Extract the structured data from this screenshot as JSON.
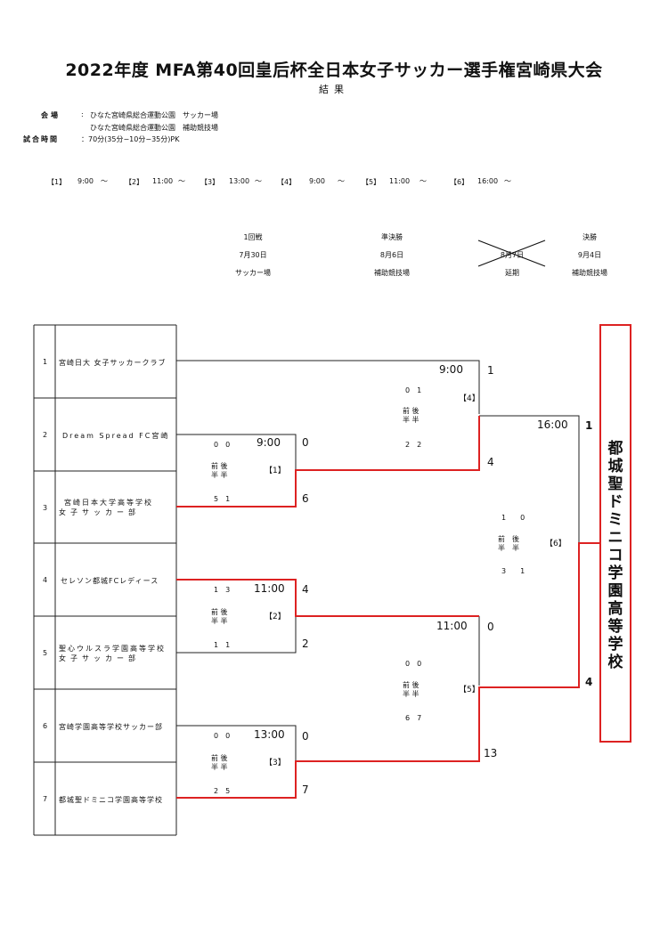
{
  "header": {
    "title": "2022年度 MFA第40回皇后杯全日本女子サッカー選手権宮崎県大会",
    "subtitle": "結果"
  },
  "info": {
    "venue_label": "会場",
    "venue_colon": ":",
    "venue_1": "ひなた宮崎県総合運動公園　サッカー場",
    "venue_2": "ひなた宮崎県総合運動公園　補助競技場",
    "time_label": "試合時間",
    "time_value": "：70分(35分−10分−35分)PK"
  },
  "schedule": [
    {
      "num": "【1】",
      "time": "9:00",
      "tilde": "～"
    },
    {
      "num": "【2】",
      "time": "11:00",
      "tilde": "～"
    },
    {
      "num": "【3】",
      "time": "13:00",
      "tilde": "～"
    },
    {
      "num": "【4】",
      "time": "9:00",
      "tilde": "～"
    },
    {
      "num": "【5】",
      "time": "11:00",
      "tilde": "～"
    },
    {
      "num": "【6】",
      "time": "16:00",
      "tilde": "～"
    }
  ],
  "rounds": [
    {
      "name": "1回戦",
      "date": "7月30日",
      "venue": "サッカー場"
    },
    {
      "name": "準決勝",
      "date": "8月6日",
      "venue": "補助競技場"
    },
    {
      "name": "",
      "date": "8月7日",
      "venue": "延期"
    },
    {
      "name": "決勝",
      "date": "9月4日",
      "venue": "補助競技場"
    }
  ],
  "teams": [
    {
      "seed": "1",
      "name": "宮崎日大 女子サッカークラブ",
      "name2": ""
    },
    {
      "seed": "2",
      "name": "Dream Spread FC宮崎",
      "name2": ""
    },
    {
      "seed": "3",
      "name": "宮崎日本大学高等学校",
      "name2": "女子サッカー部"
    },
    {
      "seed": "4",
      "name": "セレソン都城FCレディース",
      "name2": ""
    },
    {
      "seed": "5",
      "name": "聖心ウルスラ学園高等学校",
      "name2": "女子サッカー部"
    },
    {
      "seed": "6",
      "name": "宮崎学園高等学校サッカー部",
      "name2": ""
    },
    {
      "seed": "7",
      "name": "都城聖ドミニコ学園高等学校",
      "name2": ""
    }
  ],
  "matches": {
    "m1": {
      "label": "【1】",
      "time": "9:00",
      "top_score": "0",
      "bottom_score": "6",
      "half1": "0　0",
      "half2": "5　1",
      "half_lbl_a": "前 後",
      "half_lbl_b": "半 半"
    },
    "m2": {
      "label": "【2】",
      "time": "11:00",
      "top_score": "4",
      "bottom_score": "2",
      "half1": "1　3",
      "half2": "1　1",
      "half_lbl_a": "前 後",
      "half_lbl_b": "半 半"
    },
    "m3": {
      "label": "【3】",
      "time": "13:00",
      "top_score": "0",
      "bottom_score": "7",
      "half1": "0　0",
      "half2": "2　5",
      "half_lbl_a": "前 後",
      "half_lbl_b": "半 半"
    },
    "m4": {
      "label": "【4】",
      "time": "9:00",
      "top_score": "1",
      "bottom_score": "4",
      "half1": "0　1",
      "half2": "2　2",
      "half_lbl_a": "前 後",
      "half_lbl_b": "半 半"
    },
    "m5": {
      "label": "【5】",
      "time": "11:00",
      "top_score": "0",
      "bottom_score": "13",
      "half1": "0　0",
      "half2": "6　7",
      "half_lbl_a": "前 後",
      "half_lbl_b": "半 半"
    },
    "m6": {
      "label": "【6】",
      "time": "16:00",
      "top_score": "1",
      "bottom_score": "4",
      "half1": "1　　0",
      "half2": "3　　1",
      "half_lbl_a": "前　後",
      "half_lbl_b": "半　半"
    }
  },
  "champion": {
    "name": "都城聖ドミニコ学園高等学校"
  },
  "colors": {
    "win_line": "#dd2222",
    "line": "#222222"
  }
}
